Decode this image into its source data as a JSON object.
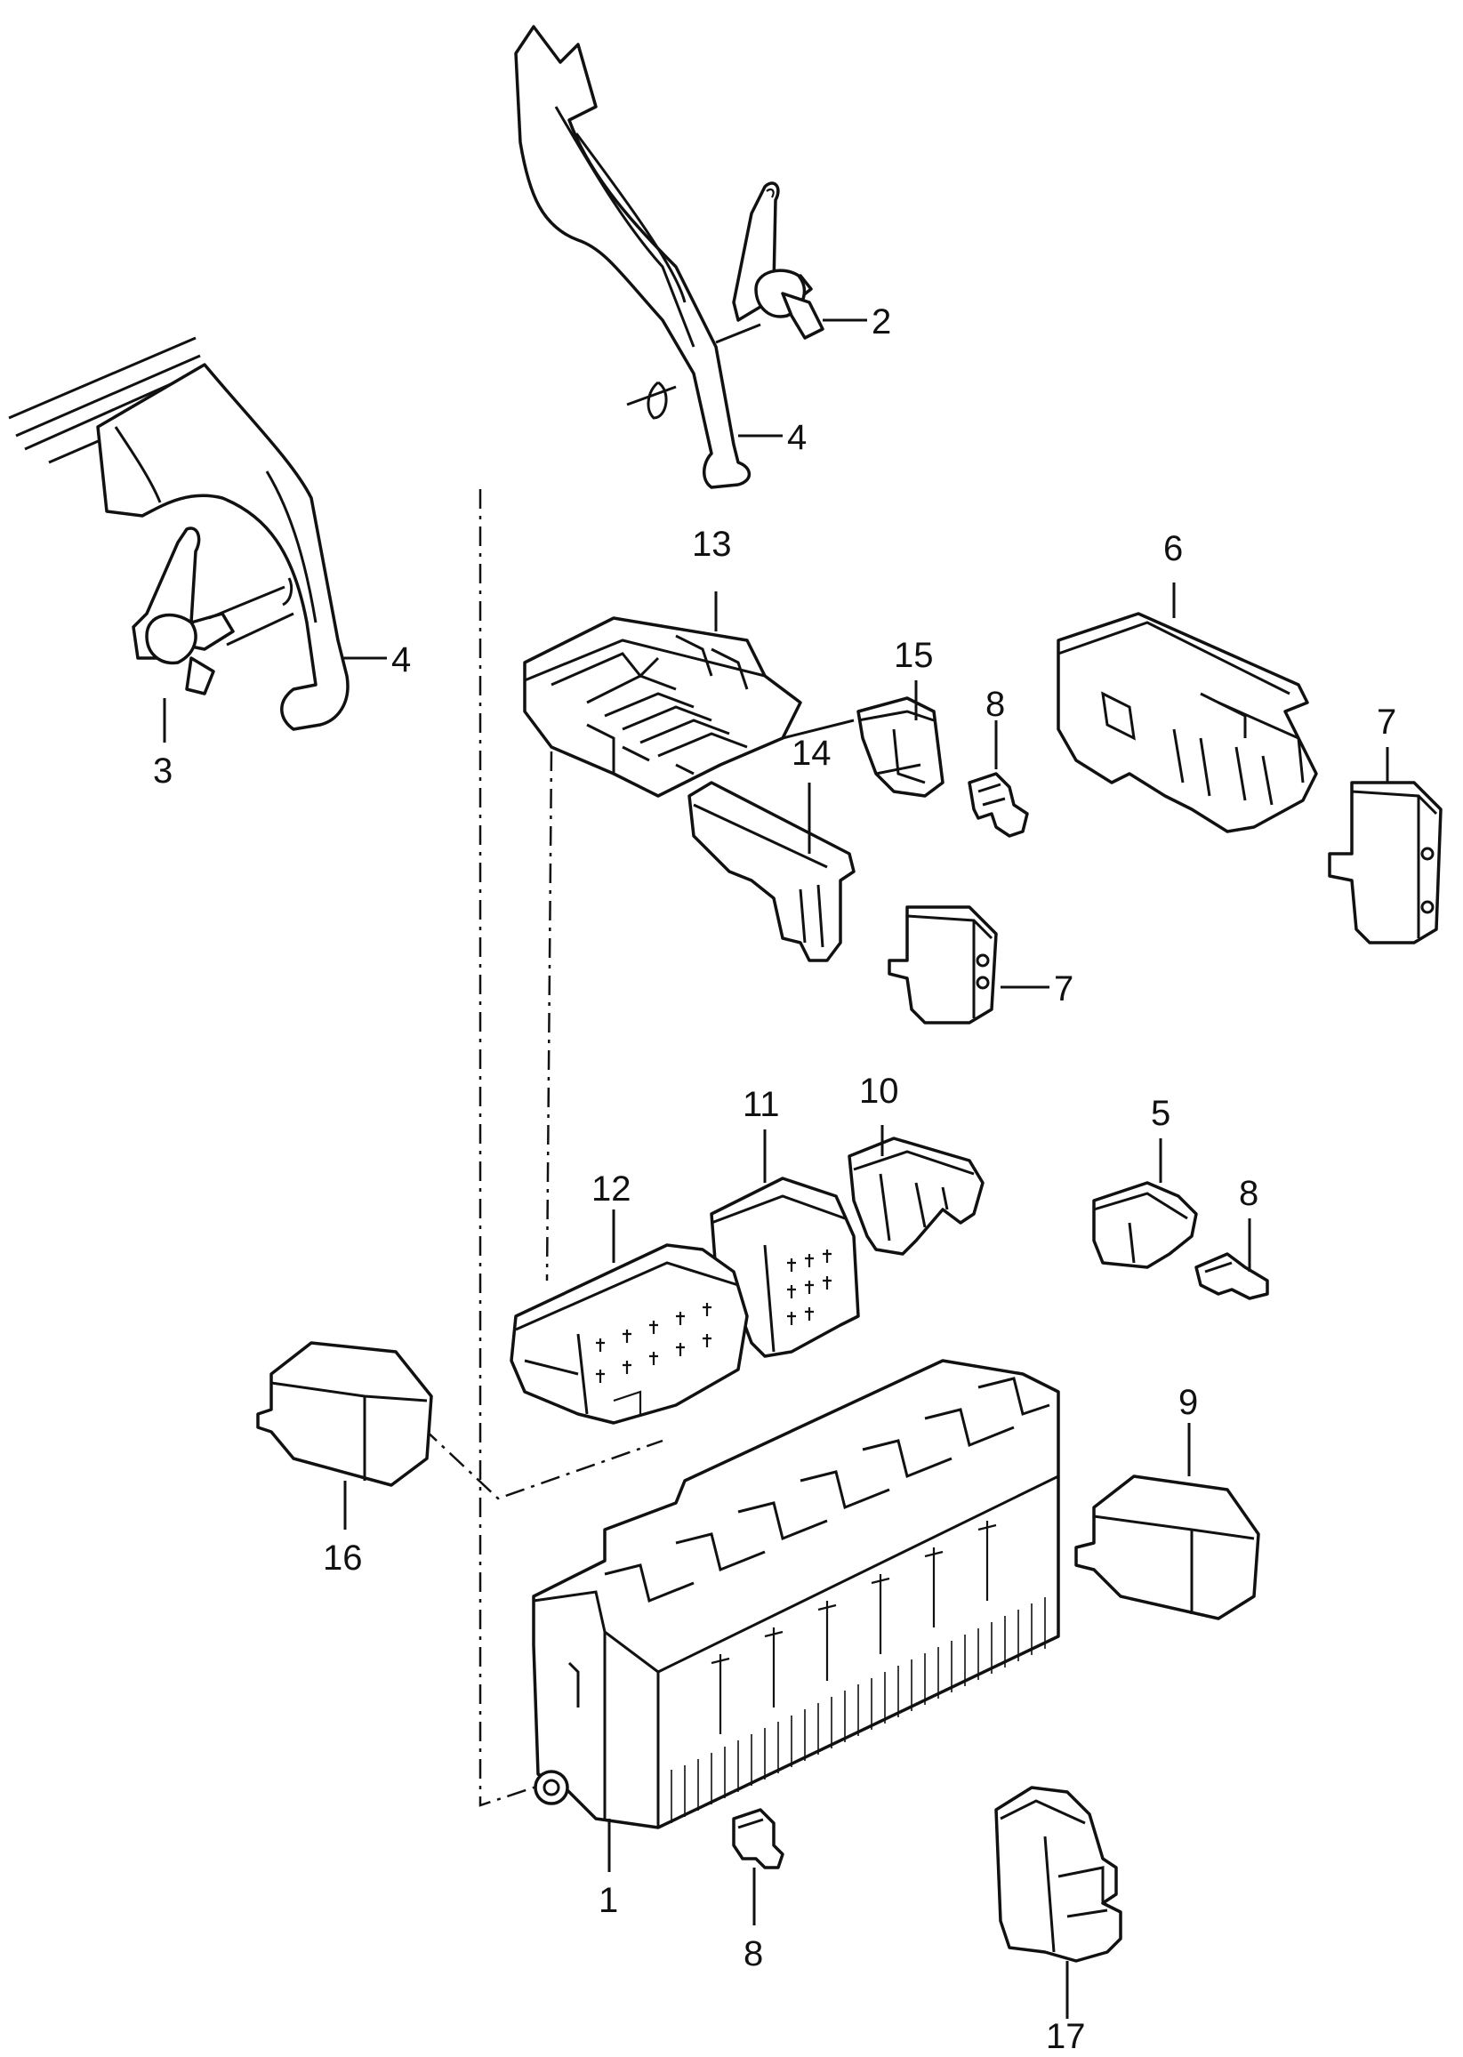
{
  "diagram": {
    "callouts": [
      {
        "id": "c1",
        "text": "1"
      },
      {
        "id": "c2",
        "text": "2"
      },
      {
        "id": "c3",
        "text": "3"
      },
      {
        "id": "c4a",
        "text": "4"
      },
      {
        "id": "c4b",
        "text": "4"
      },
      {
        "id": "c5",
        "text": "5"
      },
      {
        "id": "c6",
        "text": "6"
      },
      {
        "id": "c7a",
        "text": "7"
      },
      {
        "id": "c7b",
        "text": "7"
      },
      {
        "id": "c8a",
        "text": "8"
      },
      {
        "id": "c8b",
        "text": "8"
      },
      {
        "id": "c8c",
        "text": "8"
      },
      {
        "id": "c9",
        "text": "9"
      },
      {
        "id": "c10",
        "text": "10"
      },
      {
        "id": "c11",
        "text": "11"
      },
      {
        "id": "c12",
        "text": "12"
      },
      {
        "id": "c13",
        "text": "13"
      },
      {
        "id": "c14",
        "text": "14"
      },
      {
        "id": "c15",
        "text": "15"
      },
      {
        "id": "c16",
        "text": "16"
      },
      {
        "id": "c17",
        "text": "17"
      }
    ]
  }
}
